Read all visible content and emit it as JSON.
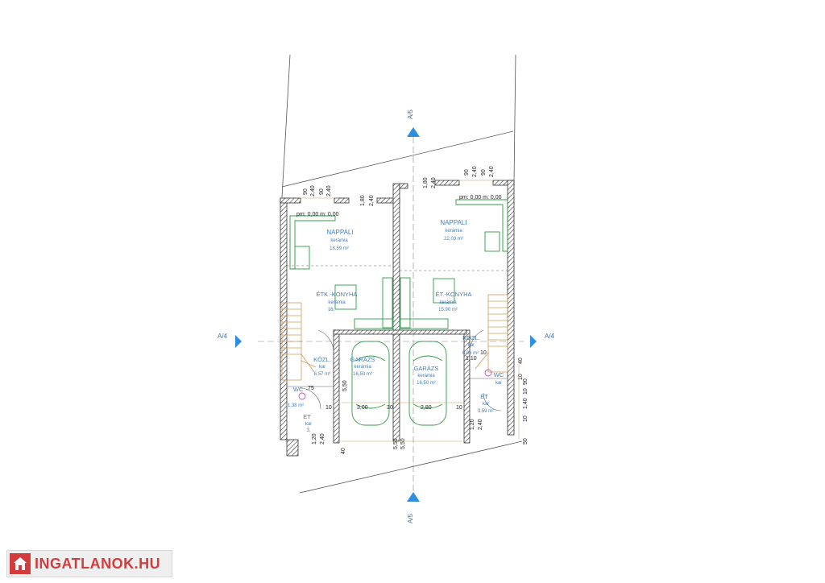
{
  "rooms_left": {
    "living_name": "NAPPALI",
    "living_floor": "kerámia",
    "living_area": "18,59 m²",
    "kitchen_name": "ÉTK.-KONYHA",
    "kitchen_floor": "kerámia",
    "kitchen_area": "16,",
    "hall_name": "KÖZL.",
    "hall_floor": "kar",
    "hall_area": "6,57 m²",
    "garage_name": "GARÁZS",
    "garage_floor": "kerámia",
    "garage_area": "16,50 m²",
    "wc_name": "WC",
    "wc_area": "1,38 m²",
    "et_name": "ET",
    "et_floor": "kar",
    "et_area": "3,"
  },
  "rooms_right": {
    "living_name": "NAPPALI",
    "living_floor": "kerámia",
    "living_area": "22,03 m²",
    "kitchen_name": "ÉT.-KONYHA",
    "kitchen_floor": "kerámia",
    "kitchen_area": "15,90 m²",
    "hall_name": "KÖZL.",
    "hall_floor": "kar",
    "hall_area": "6,06 m²",
    "garage_name": "GARÁZS",
    "garage_floor": "kerámia",
    "garage_area": "16,50 m²",
    "wc_name": "WC",
    "wc_floor": "kar",
    "et_name": "ET",
    "et_floor": "kar",
    "et_area": "3,59 m²"
  },
  "levels": {
    "left": "pm: 0,00 m: 0,00",
    "right": "pm: 0,00 m: 0,00"
  },
  "section_marks": {
    "top": "A/5",
    "bottom": "A/5",
    "left": "A/4",
    "right": "A/4"
  },
  "dimensions": {
    "d90": "90",
    "d240": "2,40",
    "d180": "1,80",
    "d75": ".75",
    "d550": "5,50",
    "d300": "3,00",
    "d30": "30",
    "d280": "2,80",
    "d120": "1,20",
    "d40": "40",
    "d10": "10",
    "d110": "1,10",
    "d140": "1,40",
    "d50": "50"
  },
  "logo": {
    "text": "INGATLANOK.HU",
    "icon": "house-icon",
    "color": "#d23c3c"
  },
  "colors": {
    "wall": "#333333",
    "furniture": "#2e9b45",
    "stair": "#d29a5a",
    "label": "#3f7fbf",
    "section": "#2f8fdf"
  }
}
